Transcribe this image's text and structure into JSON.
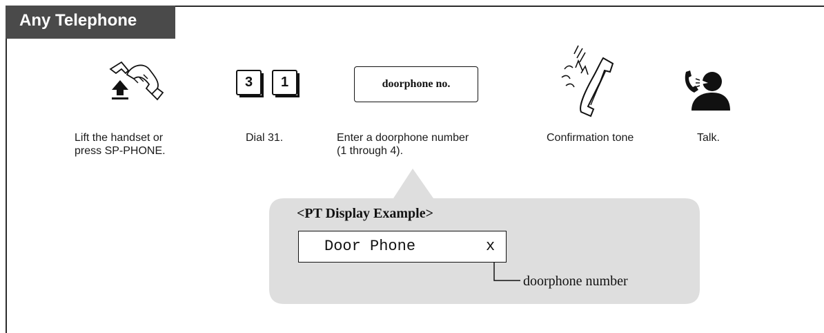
{
  "header": {
    "title": "Any Telephone"
  },
  "steps": [
    {
      "label": "Lift the handset or\npress SP-PHONE.",
      "icon": "lift-handset-icon"
    },
    {
      "label": "Dial 31.",
      "keys": [
        "3",
        "1"
      ]
    },
    {
      "label": "Enter a doorphone number\n(1 through 4).",
      "box_text": "doorphone no."
    },
    {
      "label": "Confirmation tone",
      "icon": "ringing-handset-icon"
    },
    {
      "label": "Talk.",
      "icon": "talking-person-icon"
    }
  ],
  "display_example": {
    "title": "<PT Display Example>",
    "text": "Door Phone",
    "variable": "x",
    "pointer_label": "doorphone number"
  }
}
